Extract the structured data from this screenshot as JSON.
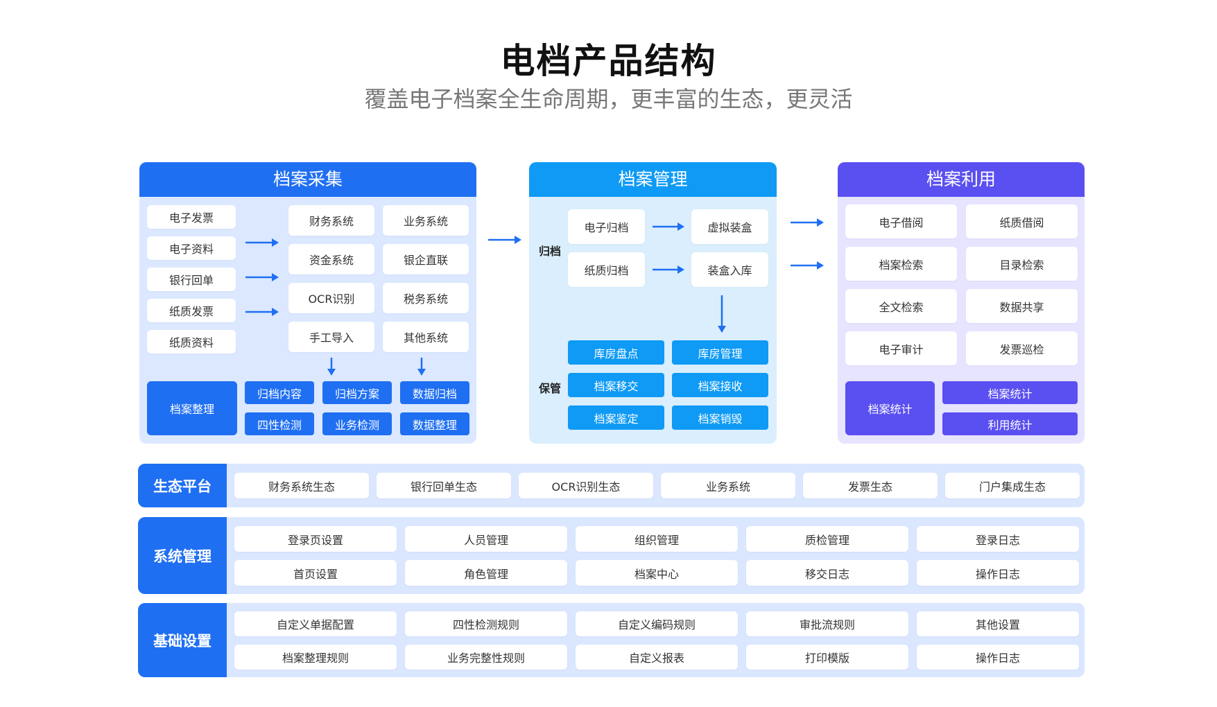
{
  "header": {
    "title": "电档产品结构",
    "subtitle": "覆盖电子档案全生命周期，更丰富的生态，更灵活"
  },
  "colors": {
    "collect": "#1f6ff2",
    "manage": "#0e9af5",
    "use": "#5a4ff0",
    "collect_bg": "#dbe8ff",
    "manage_bg": "#daeefd",
    "use_bg": "#e6e4ff",
    "band_bg": "#dbe7ff"
  },
  "collect": {
    "title": "档案采集",
    "sources": [
      "电子发票",
      "电子资料",
      "银行回单",
      "纸质发票",
      "纸质资料"
    ],
    "systems": [
      "财务系统",
      "业务系统",
      "资金系统",
      "银企直联",
      "OCR识别",
      "税务系统",
      "手工导入",
      "其他系统"
    ],
    "organize_label": "档案整理",
    "organize_items": [
      "归档内容",
      "归档方案",
      "数据归档",
      "四性检测",
      "业务检测",
      "数据整理"
    ]
  },
  "manage": {
    "title": "档案管理",
    "archive_label": "归档",
    "archive_items": [
      "电子归档",
      "虚拟装盒",
      "纸质归档",
      "装盒入库"
    ],
    "keep_label": "保管",
    "keep_items": [
      "库房盘点",
      "库房管理",
      "档案移交",
      "档案接收",
      "档案鉴定",
      "档案销毁"
    ]
  },
  "use": {
    "title": "档案利用",
    "items": [
      "电子借阅",
      "纸质借阅",
      "档案检索",
      "目录检索",
      "全文检索",
      "数据共享",
      "电子审计",
      "发票巡检"
    ],
    "stats_label": "档案统计",
    "stats_items": [
      "档案统计",
      "利用统计"
    ]
  },
  "eco": {
    "label": "生态平台",
    "items": [
      "财务系统生态",
      "银行回单生态",
      "OCR识别生态",
      "业务系统",
      "发票生态",
      "门户集成生态"
    ]
  },
  "sys": {
    "label": "系统管理",
    "items": [
      "登录页设置",
      "人员管理",
      "组织管理",
      "质检管理",
      "登录日志",
      "首页设置",
      "角色管理",
      "档案中心",
      "移交日志",
      "操作日志"
    ]
  },
  "base": {
    "label": "基础设置",
    "items": [
      "自定义单据配置",
      "四性检测规则",
      "自定义编码规则",
      "审批流规则",
      "其他设置",
      "档案整理规则",
      "业务完整性规则",
      "自定义报表",
      "打印模版",
      "操作日志"
    ]
  }
}
